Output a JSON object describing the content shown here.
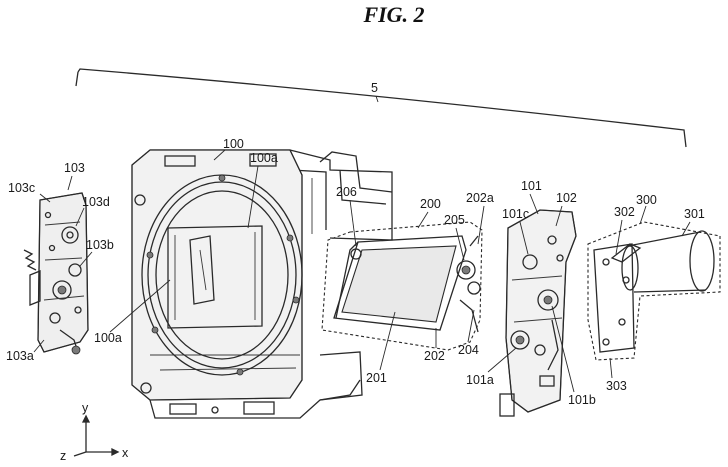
{
  "figure": {
    "title": "FIG. 2",
    "labels": {
      "assembly": "5",
      "frame": "100",
      "opening_top": "100a",
      "opening_left": "100a",
      "plate_left": "103",
      "plate_left_c": "103c",
      "plate_left_d": "103d",
      "plate_left_b": "103b",
      "plate_left_a": "103a",
      "mirror_top": "206",
      "mirror_unit": "200",
      "mirror_hinge_a": "202a",
      "mirror_gear": "205",
      "mirror_base": "201",
      "mirror_holder": "202",
      "mirror_spring": "204",
      "plate_right": "101",
      "plate_right_102": "102",
      "plate_right_c": "101c",
      "plate_right_a": "101a",
      "plate_right_b": "101b",
      "motor_unit": "300",
      "motor": "301",
      "motor_bracket": "302",
      "motor_plate": "303"
    },
    "axes": {
      "y": "y",
      "z": "z",
      "x": "x"
    }
  }
}
